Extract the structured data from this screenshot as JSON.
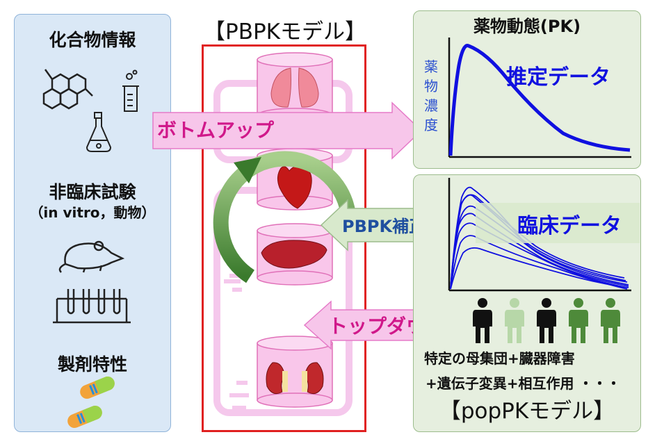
{
  "left_panel": {
    "compound_title": "化合物情報",
    "nonclinical_title": "非臨床試験",
    "nonclinical_sub": "（in vitro，動物）",
    "formulation_title": "製剤特性"
  },
  "pbpk": {
    "title": "【PBPKモデル】"
  },
  "arrows": {
    "bottom_up": "ボトムアップ",
    "pbpk_correction": "PBPK補正",
    "top_down": "トップダウン"
  },
  "pk_panel": {
    "title": "薬物動態(PK)",
    "ylabel": "薬物濃度",
    "estimated_label": "推定データ"
  },
  "pop_panel": {
    "clinical_label": "臨床データ",
    "caption_line1": "特定の母集団+臓器障害",
    "caption_line2": "+遺伝子変異+相互作用 ・・・",
    "title": "【popPKモデル】"
  },
  "colors": {
    "pink_arrow": "#f7c6ea",
    "magenta_text": "#d0188a",
    "green_arrow": "#d8e9cc",
    "blue_curve": "#1010e0",
    "dark_person": "#111111",
    "green_person": "#4e8a3a",
    "light_person": "#b7d7a8",
    "red_border": "#e02020"
  },
  "people": [
    "dark",
    "light",
    "dark",
    "green",
    "green"
  ]
}
